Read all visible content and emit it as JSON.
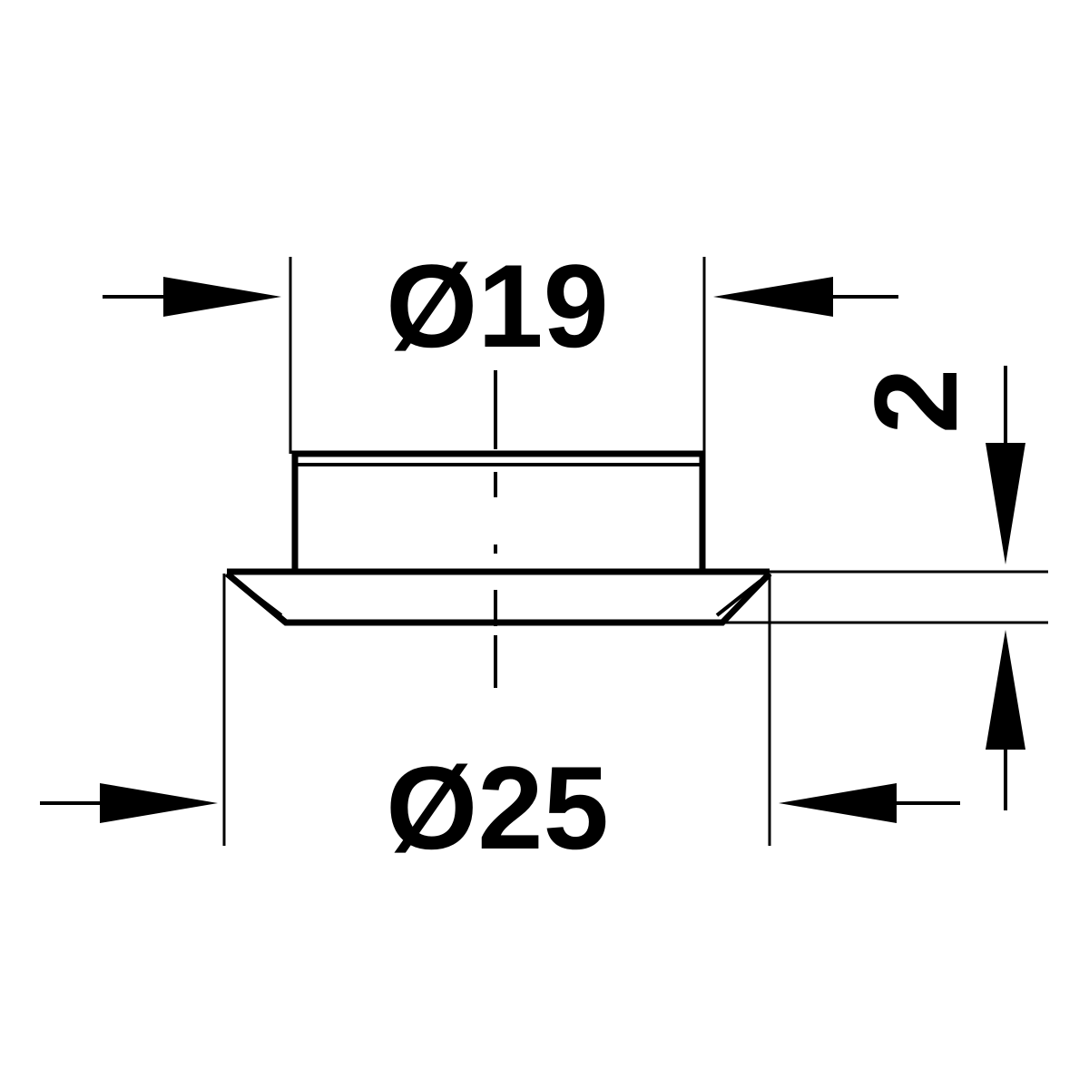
{
  "dimensions": {
    "inner_diameter": "Ø19",
    "outer_diameter": "Ø25",
    "flange_thickness": "2"
  },
  "colors": {
    "line": "#000000",
    "background": "#ffffff"
  }
}
